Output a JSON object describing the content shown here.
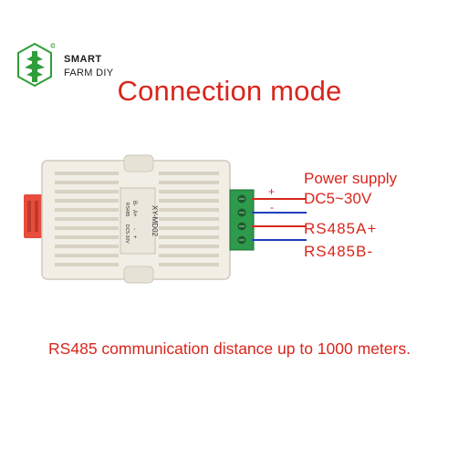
{
  "brand": {
    "line1": "SMART",
    "line2": "FARM DIY",
    "logo_icon": "hexagon-plant-logo",
    "logo_color": "#2f9e3a"
  },
  "title": "Connection mode",
  "device": {
    "model": "XY-MD02",
    "terminal_labels": [
      "B-",
      "A+",
      "-",
      "+"
    ],
    "terminal_sub": "RS485",
    "voltage_note": "DC5-30V",
    "body_color": "#f1eee6",
    "terminal_color": "#2e9a4c",
    "probe_color": "#e74c3c"
  },
  "connections": {
    "power_label": "Power supply",
    "voltage": "DC5~30V",
    "plus_sign": "+",
    "minus_sign": "-",
    "a_label": "RS485A+",
    "b_label": "RS485B-",
    "wire_colors": {
      "plus": "#d9261c",
      "minus": "#1f3fbf",
      "a": "#d9261c",
      "b": "#1f3fbf"
    }
  },
  "footer": "RS485 communication distance up to 1000 meters.",
  "accent": "#d9261c"
}
